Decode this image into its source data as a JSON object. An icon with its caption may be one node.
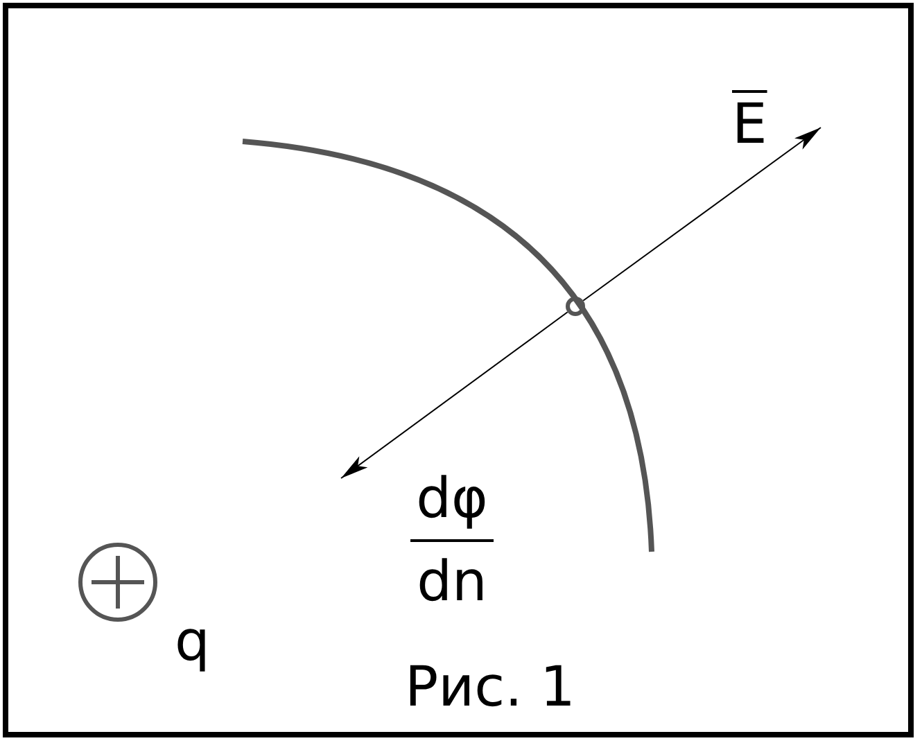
{
  "diagram": {
    "caption": "Рис. 1",
    "nodes": [
      {
        "text": [],
        "shape": "circle"
      },
      {
        "text": [
          "E"
        ]
      },
      {
        "text": [
          "dφ",
          "dn"
        ]
      },
      {
        "text": [],
        "shape": "circle",
        "beside": [
          "q"
        ]
      }
    ],
    "edges": [
      {
        "from": 0,
        "to": 1,
        "arrow": "to"
      },
      {
        "from": 0,
        "to": 2,
        "arrow": "to"
      }
    ]
  }
}
